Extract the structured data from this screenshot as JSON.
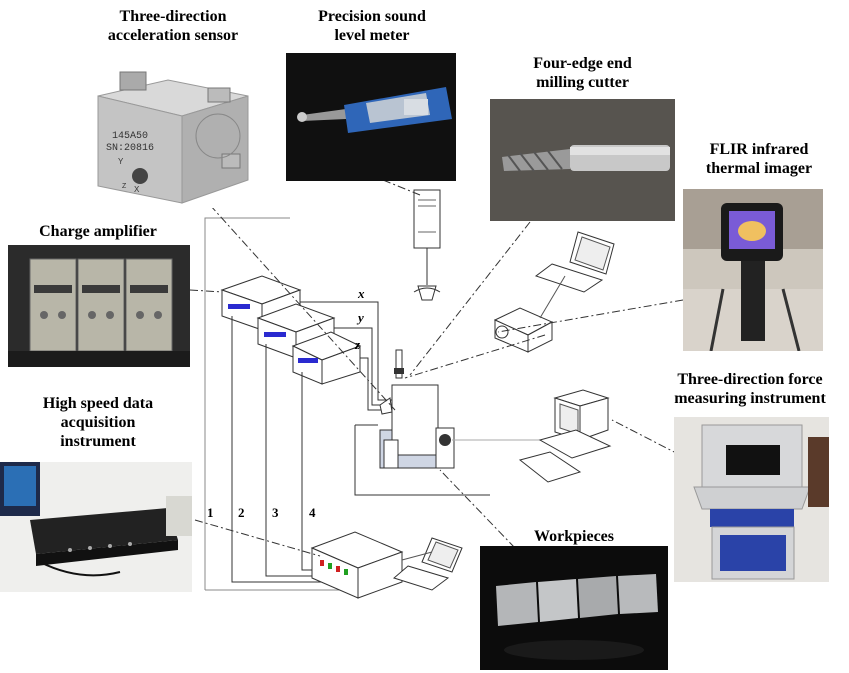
{
  "labels": {
    "accel_sensor": [
      "Three-direction",
      "acceleration sensor"
    ],
    "sound_meter": [
      "Precision sound",
      "level meter"
    ],
    "milling_cutter": [
      "Four-edge end",
      "milling cutter"
    ],
    "thermal_imager": [
      "FLIR infrared",
      "thermal imager"
    ],
    "charge_amplifier": [
      "Charge amplifier"
    ],
    "daq": [
      "High speed data",
      "acquisition",
      "instrument"
    ],
    "force_instrument": [
      "Three-direction force",
      "measuring instrument"
    ],
    "workpieces": [
      "Workpieces"
    ]
  },
  "axes": {
    "x": "x",
    "y": "y",
    "z": "z"
  },
  "channels": [
    "1",
    "2",
    "3",
    "4"
  ],
  "photo_text": {
    "sensor_model": "145A50",
    "sensor_serial": "SN:20816",
    "sensor_y": "Y",
    "sensor_x": "X",
    "sensor_z": "Z"
  },
  "colors": {
    "line": "#555555",
    "accent_screen": "#2a2ad0"
  }
}
